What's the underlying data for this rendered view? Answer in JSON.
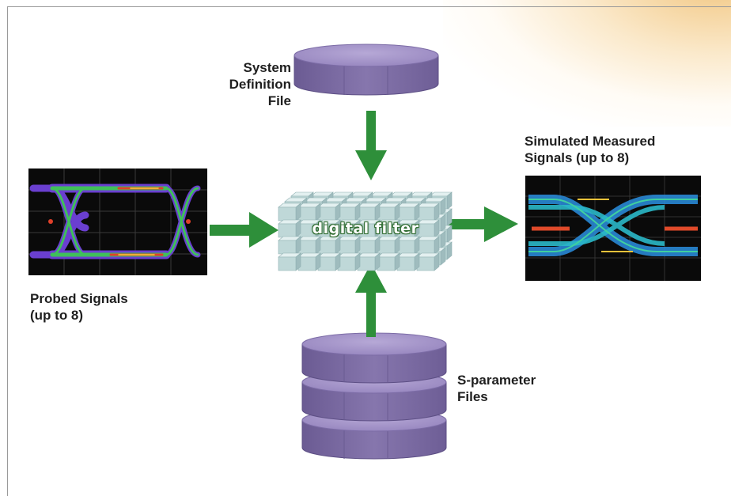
{
  "labels": {
    "system_definition": [
      "System",
      "Definition",
      "File"
    ],
    "probed_signals": [
      "Probed Signals",
      "(up to 8)"
    ],
    "simulated_signals": [
      "Simulated Measured",
      "Signals (up to 8)"
    ],
    "s_parameter": [
      "S-parameter",
      "Files"
    ],
    "digital_filter": "digital filter"
  },
  "colors": {
    "arrow": "#2e8f3a",
    "disk_top": "#a392c6",
    "disk_side": "#7a6aa2",
    "cube_face": "#bfd8d8",
    "eye_background": "#0a0a0a"
  },
  "icons": {
    "database": "database-icon",
    "filter_block": "cube-grid-icon",
    "eye_diagram": "eye-diagram-icon"
  }
}
